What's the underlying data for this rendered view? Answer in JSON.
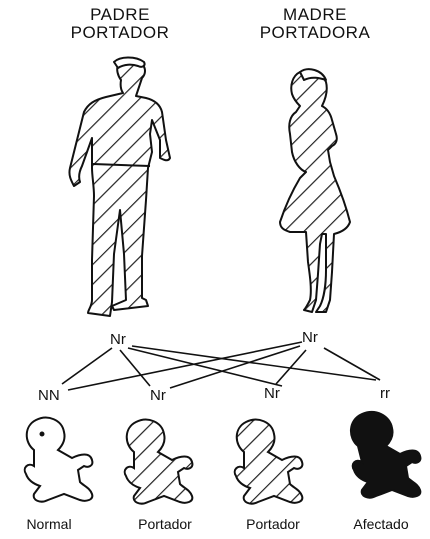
{
  "father": {
    "line1": "PADRE",
    "line2": "PORTADOR",
    "genotype": "Nr"
  },
  "mother": {
    "line1": "MADRE",
    "line2": "PORTADORA",
    "genotype": "Nr"
  },
  "children": [
    {
      "genotype": "NN",
      "label": "Normal",
      "status": "normal"
    },
    {
      "genotype": "Nr",
      "label": "Portador",
      "status": "carrier"
    },
    {
      "genotype": "Nr",
      "label": "Portador",
      "status": "carrier"
    },
    {
      "genotype": "rr",
      "label": "Afectado",
      "status": "affected"
    }
  ]
}
